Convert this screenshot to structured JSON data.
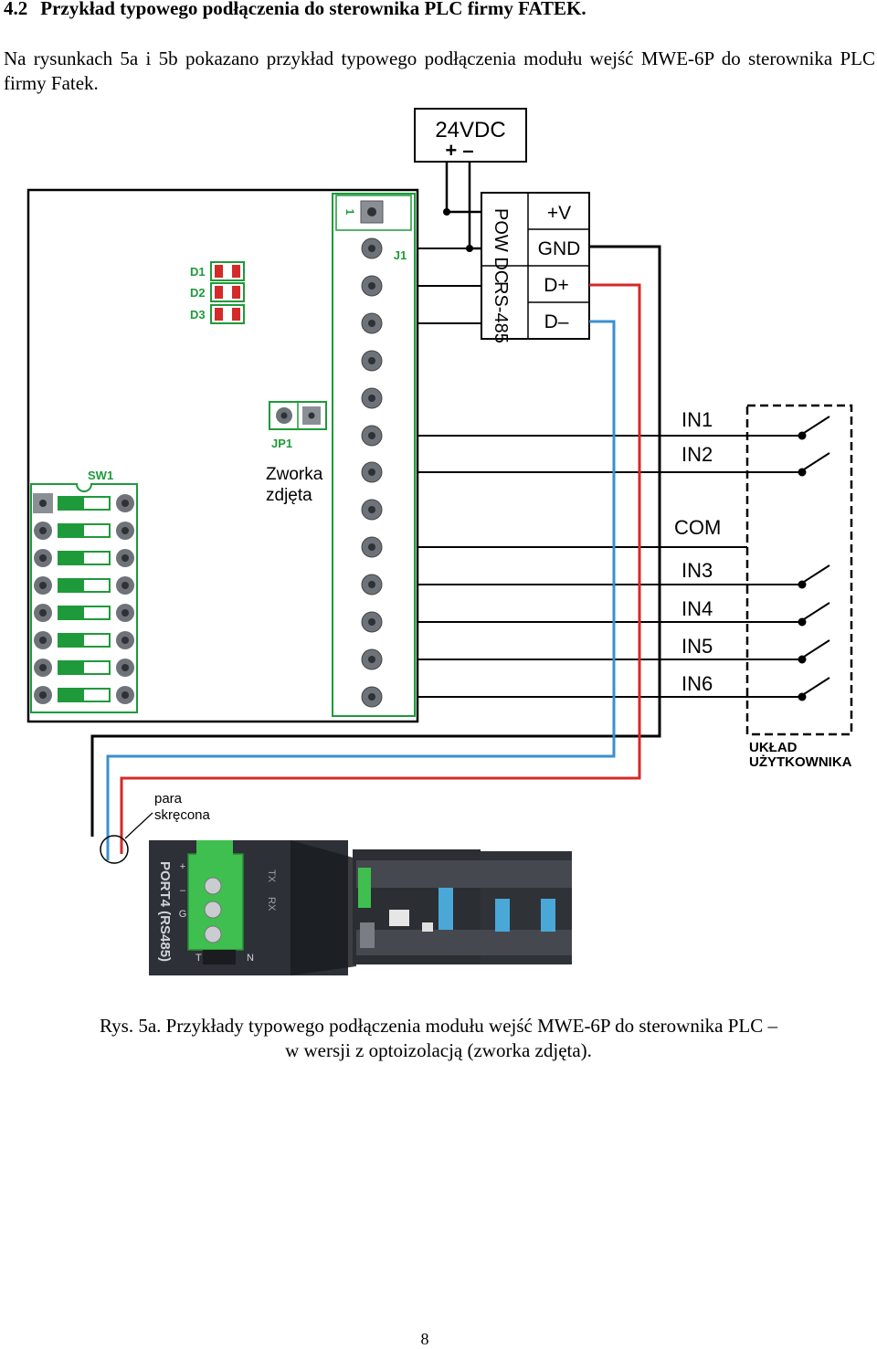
{
  "section": {
    "number": "4.2",
    "title": "Przykład typowego podłączenia do sterownika PLC firmy FATEK."
  },
  "intro_text": "Na rysunkach 5a i 5b pokazano przykład typowego podłączenia modułu wejść MWE-6P do sterownika PLC firmy Fatek.",
  "diagram": {
    "power_label": "24VDC",
    "power_polarity": "+ –",
    "terminal_block": {
      "pow_dc_label": "POW DC",
      "rs485_label": "RS-485",
      "terminals": [
        "+V",
        "GND",
        "D+",
        "D–"
      ]
    },
    "board": {
      "pin1_label": "1",
      "j1_label": "J1",
      "leds": [
        "D1",
        "D2",
        "D3"
      ],
      "jp1_label": "JP1",
      "jumper_note_line1": "Zworka",
      "jumper_note_line2": "zdjęta",
      "sw1_label": "SW1"
    },
    "inputs": [
      "IN1",
      "IN2",
      "COM",
      "IN3",
      "IN4",
      "IN5",
      "IN6"
    ],
    "user_circuit_line1": "UKŁAD",
    "user_circuit_line2": "UŻYTKOWNIKA",
    "twisted_pair_line1": "para",
    "twisted_pair_line2": "skręcona",
    "port_label": "PORT4 (RS485)",
    "port_pins": [
      "+",
      "–",
      "G"
    ],
    "port_leds": [
      "TX",
      "RX"
    ],
    "port_bottom_left": "T",
    "port_bottom_right": "N",
    "colors": {
      "red_wire": "#d42a2a",
      "blue_wire": "#3a8fd0",
      "board_green": "#1e9a3a",
      "connector_green": "#3fbf4f"
    }
  },
  "caption_line1": "Rys. 5a. Przykłady typowego podłączenia modułu wejść MWE-6P do sterownika PLC –",
  "caption_line2": "w wersji z optoizolacją (zworka zdjęta).",
  "page_number": "8"
}
